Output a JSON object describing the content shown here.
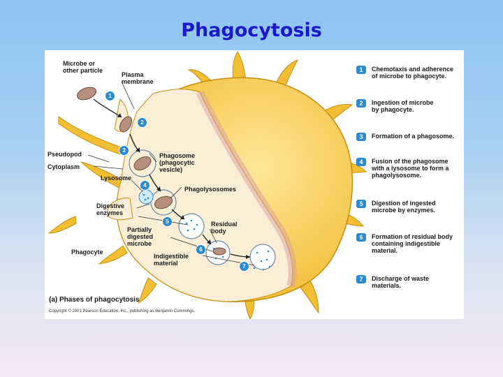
{
  "title": "Phagocytosis",
  "figure": {
    "caption": "(a) Phases of phagocytosis",
    "copyright": "Copyright © 2001 Pearson Education, Inc., publishing as Benjamin Cummings.",
    "labels": {
      "microbe": "Microbe or\nother particle",
      "plasma_membrane": "Plasma\nmembrane",
      "pseudopod": "Pseudopod",
      "cytoplasm": "Cytoplasm",
      "phagosome": "Phagosome\n(phagocytic\nvesicle)",
      "lysosome": "Lysosome",
      "phagolysosomes": "Phagolysosomes",
      "digestive_enzymes": "Digestive\nenzymes",
      "residual_body": "Residual\nbody",
      "partially_digested": "Partially\ndigested\nmicrobe",
      "phagocyte": "Phagocyte",
      "indigestible": "Indigestible\nmaterial"
    },
    "step_numbers": [
      "1",
      "2",
      "3",
      "4",
      "5",
      "6",
      "7"
    ],
    "steps": [
      {
        "num": "1",
        "text": "Chemotaxis and adherence\nof microbe to phagocyte."
      },
      {
        "num": "2",
        "text": "Ingestion of microbe\nby phagocyte."
      },
      {
        "num": "3",
        "text": "Formation of a phagosome."
      },
      {
        "num": "4",
        "text": "Fusion of the phagosome\nwith a lysosome to form a\nphagolysosome."
      },
      {
        "num": "5",
        "text": "Digestion of ingested\nmicrobe by enzymes."
      },
      {
        "num": "6",
        "text": "Formation of residual body\ncontaining indigestible\nmaterial."
      },
      {
        "num": "7",
        "text": "Discharge of waste\nmaterials."
      }
    ],
    "colors": {
      "cell_outer": "#f7cc4a",
      "cell_inner": "#fbeed6",
      "step_badge": "#2a8bd0",
      "microbe": "#b78f7e"
    }
  }
}
